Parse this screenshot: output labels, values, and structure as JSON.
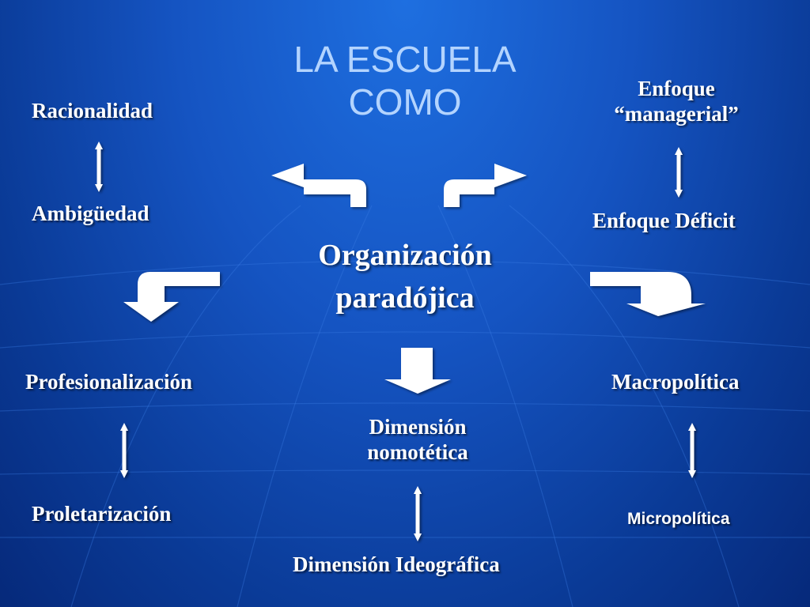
{
  "title": {
    "line1": "LA ESCUELA",
    "line2": "COMO"
  },
  "center": {
    "line1": "Organización",
    "line2": "paradójica"
  },
  "pairs": {
    "top_left": {
      "top": "Racionalidad",
      "bottom": "Ambigüedad"
    },
    "top_right": {
      "top_line1": "Enfoque",
      "top_line2": "“managerial”",
      "bottom": "Enfoque Déficit"
    },
    "bottom_left": {
      "top": "Profesionalización",
      "bottom": "Proletarización"
    },
    "bottom_center": {
      "top_line1": "Dimensión",
      "top_line2": "nomotética",
      "bottom": "Dimensión Ideográfica"
    },
    "bottom_right": {
      "top": "Macropolítica",
      "bottom": "Micropolítica"
    }
  },
  "colors": {
    "background": "#1554c2",
    "title": "#b3d4ff",
    "text": "#ffffff",
    "arrows": "#ffffff"
  }
}
